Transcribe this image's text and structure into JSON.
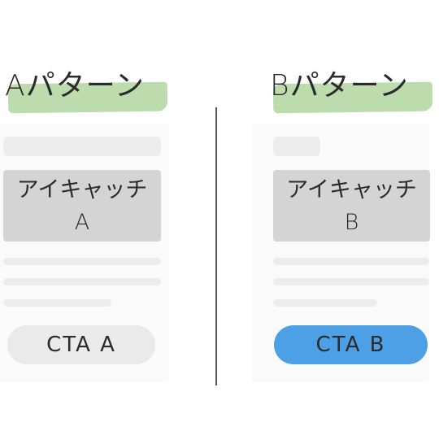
{
  "pattern_a": {
    "title": "Aパターン",
    "eyecatch_line1": "アイキャッチ",
    "eyecatch_line2": "A",
    "cta_label": "CTA  A",
    "cta_color": "#eaeaea"
  },
  "pattern_b": {
    "title": "Bパターン",
    "eyecatch_line1": "アイキャッチ",
    "eyecatch_line2": "B",
    "cta_label": "CTA  B",
    "cta_color": "#4d9fe6"
  },
  "colors": {
    "title_highlight": "#bddcae",
    "eyecatch_bg": "#d4d4d4",
    "placeholder_bar": "#ececec",
    "divider": "#555555"
  }
}
